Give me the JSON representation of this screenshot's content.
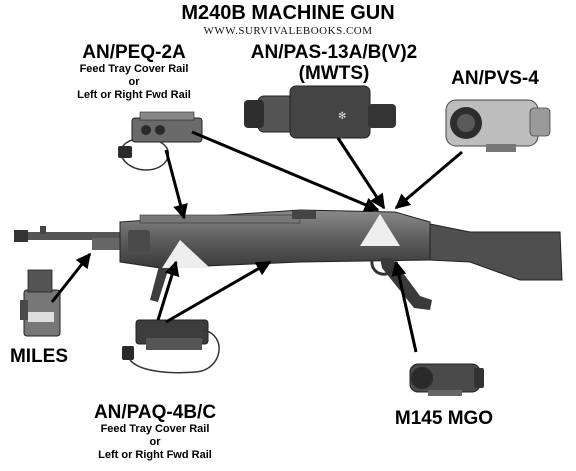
{
  "title": "M240B MACHINE GUN",
  "watermark": "WWW.SURVIVALEBOOKS.COM",
  "labels": {
    "peq2a": {
      "name": "AN/PEQ-2A",
      "line1": "Feed Tray Cover Rail",
      "line2": "or",
      "line3": "Left or Right Fwd Rail"
    },
    "pas13": {
      "name": "AN/PAS-13A/B(V)2",
      "name2": "(MWTS)"
    },
    "pvs4": {
      "name": "AN/PVS-4"
    },
    "miles": {
      "name": "MILES"
    },
    "paq4": {
      "name": "AN/PAQ-4B/C",
      "line1": "Feed Tray Cover Rail",
      "line2": "or",
      "line3": "Left or Right Fwd Rail"
    },
    "mgo": {
      "name": "M145 MGO"
    }
  }
}
